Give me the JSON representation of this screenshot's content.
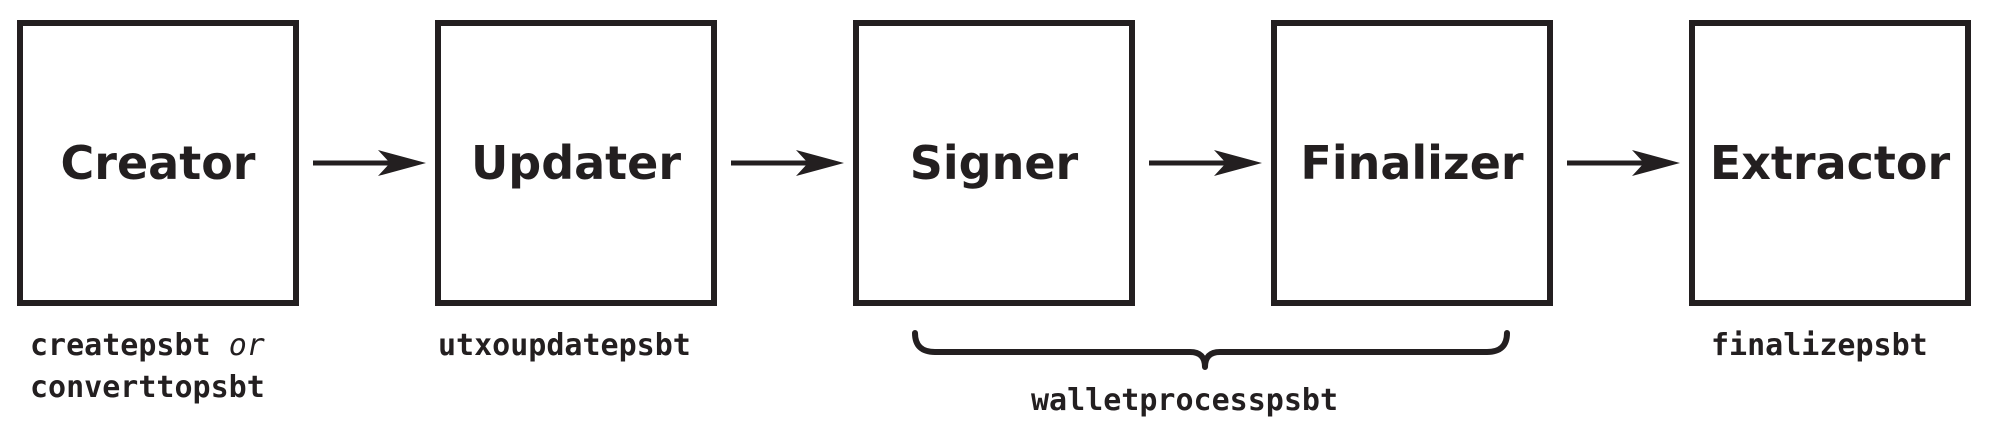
{
  "stages": [
    {
      "label": "Creator"
    },
    {
      "label": "Updater"
    },
    {
      "label": "Signer"
    },
    {
      "label": "Finalizer"
    },
    {
      "label": "Extractor"
    }
  ],
  "commands": {
    "creator_line1": "createpsbt",
    "creator_or": "or",
    "creator_line2": "converttopsbt",
    "updater": "utxoupdatepsbt",
    "signer_finalizer": "walletprocesspsbt",
    "extractor": "finalizepsbt"
  },
  "colors": {
    "ink": "#231f20",
    "background": "#ffffff"
  }
}
